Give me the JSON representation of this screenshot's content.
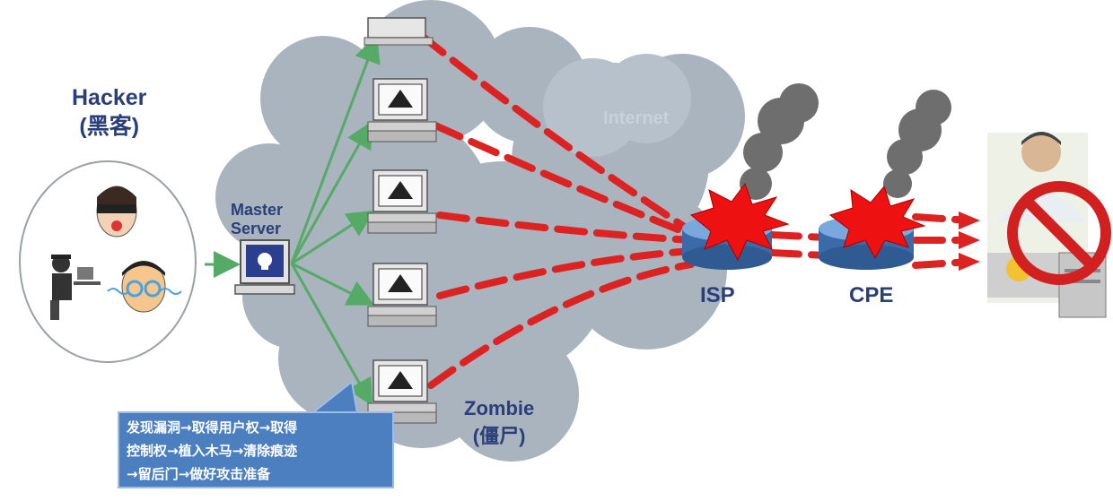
{
  "hacker": {
    "title": "Hacker",
    "subtitle": "(黑客)"
  },
  "master_server": {
    "line1": "Master",
    "line2": "Server"
  },
  "internet": {
    "label": "Internet"
  },
  "zombie": {
    "title": "Zombie",
    "subtitle": "(僵尸)"
  },
  "isp": {
    "label": "ISP"
  },
  "cpe": {
    "label": "CPE"
  },
  "attack_steps": {
    "line1": "发现漏洞→取得用户权→取得",
    "line2": "控制权→植入木马→清除痕迹",
    "line3": "→留后门→做好攻击准备"
  },
  "colors": {
    "cloud": "#a9b4be",
    "attack_line": "#dd2222",
    "control_arrow": "#55aa66",
    "label_text": "#2a3f7a",
    "router": "#4f86c4",
    "explosion": "#ee1111",
    "smoke": "#6e6e6e",
    "steps_box": "#4c7fbf"
  }
}
